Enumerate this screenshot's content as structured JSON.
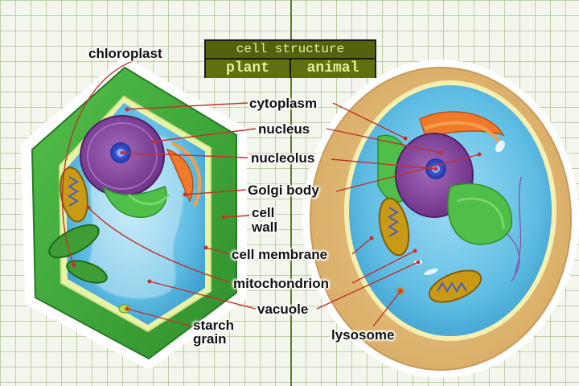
{
  "title": "cell structure",
  "tabs": [
    {
      "label": "plant"
    },
    {
      "label": "animal"
    }
  ],
  "labels": {
    "chloroplast": "chloroplast",
    "cytoplasm": "cytoplasm",
    "nucleus": "nucleus",
    "nucleolus": "nucleolus",
    "golgi_body": "Golgi body",
    "cell_wall_line1": "cell",
    "cell_wall_line2": "wall",
    "cell_membrane": "cell membrane",
    "mitochondrion": "mitochondrion",
    "vacuole": "vacuole",
    "starch_grain_line1": "starch",
    "starch_grain_line2": "grain",
    "lysosome": "lysosome"
  },
  "colors": {
    "background": "#f3f6ec",
    "grid": "#9aaf78",
    "title_box": "#5b6b0f",
    "title_text": "#e8f0a0",
    "leader_line": "#c0322e",
    "cell_wall": "#3aa336",
    "cytoplasm": "#4fb2dc",
    "nucleus": "#8a4a9e",
    "nucleolus": "#2b47c8",
    "golgi": "#f0782a",
    "animal_membrane": "#e2bf80",
    "mitochondrion": "#c99a16"
  }
}
